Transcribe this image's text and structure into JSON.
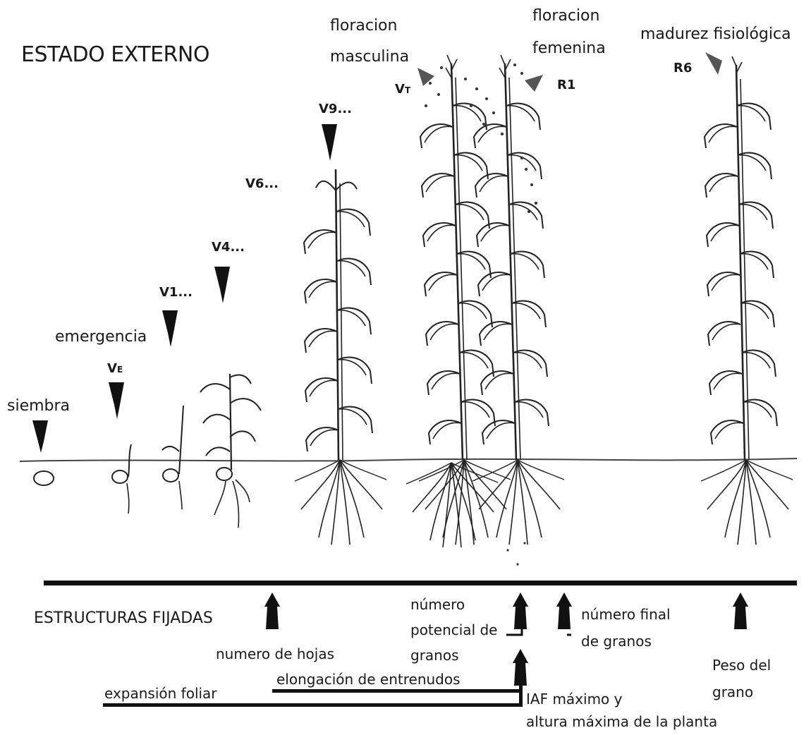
{
  "titles": {
    "external": "ESTADO EXTERNO",
    "structures": "ESTRUCTURAS FIJADAS"
  },
  "events": {
    "siembra": "siembra",
    "emergencia": "emergencia",
    "floracion_masculina_1": "floracion",
    "floracion_masculina_2": "masculina",
    "floracion_femenina_1": "floracion",
    "floracion_femenina_2": "femenina",
    "madurez": "madurez fisiológica"
  },
  "stages": {
    "ve_main": "V",
    "ve_sub": "E",
    "v1": "V1...",
    "v4": "V4...",
    "v6": "V6...",
    "v9": "V9...",
    "vt_main": "V",
    "vt_sub": "T",
    "r1": "R1",
    "r6": "R6"
  },
  "structures": {
    "numero_hojas": "numero de hojas",
    "potencial_1": "número",
    "potencial_2": "potencial de",
    "potencial_3": "granos",
    "final_1": "número final",
    "final_2": "de granos",
    "peso_1": "Peso del",
    "peso_2": "grano",
    "elongacion": "elongación de entrenudos",
    "expansion": "expansión foliar",
    "iaf_1": "IAF máximo y",
    "iaf_2": "altura máxima de la planta"
  },
  "colors": {
    "ink": "#1a1a1a",
    "arrow": "#111111",
    "pale_arrow": "#555555",
    "background": "#ffffff"
  },
  "icons": [
    "stage-down-arrow",
    "structure-up-arrow",
    "corn-plant-drawing"
  ]
}
